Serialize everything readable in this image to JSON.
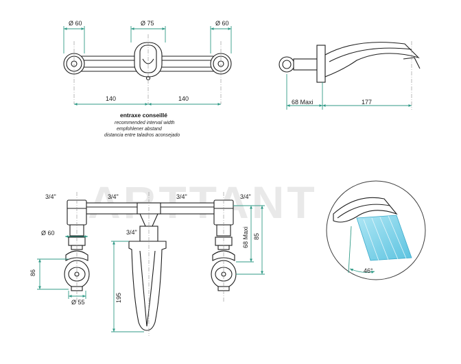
{
  "watermark": "ARTTANT",
  "top_view": {
    "dims": [
      "Ø 60",
      "Ø 75",
      "Ø 60",
      "140",
      "140"
    ]
  },
  "side_view": {
    "dims": [
      "68 Maxi",
      "177"
    ]
  },
  "caption": {
    "main": "entraxe conseillé",
    "lines": [
      "recommended interval width",
      "empfohlener abstand",
      "distancia entre taladros aconsejado"
    ]
  },
  "front_view": {
    "threads": [
      "3/4\"",
      "3/4\"",
      "3/4\"",
      "3/4\"",
      "3/4\""
    ],
    "dims": [
      "Ø 60",
      "86",
      "Ø 55",
      "195",
      "68 Maxi",
      "85"
    ]
  },
  "spray_detail": {
    "angle": "46°"
  },
  "colors": {
    "dimension_line": "#2f9a86",
    "outline": "#1c1c1c",
    "spray": "#7fd3ea"
  }
}
